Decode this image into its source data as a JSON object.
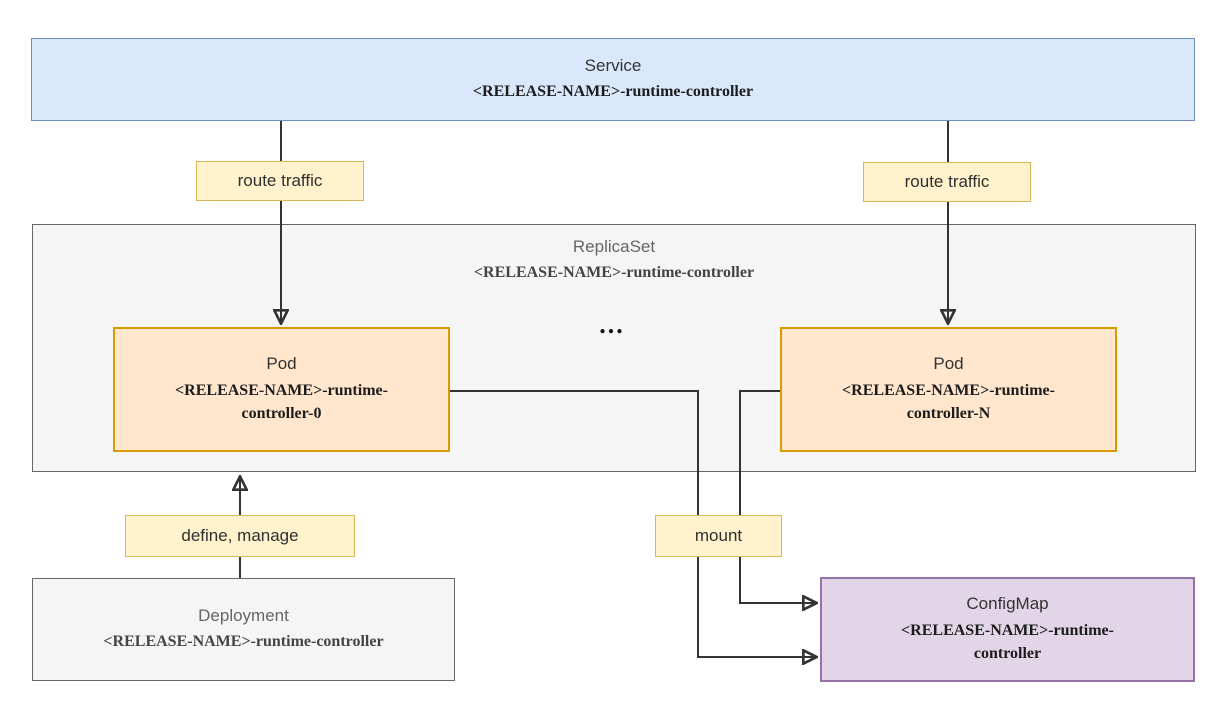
{
  "diagram": {
    "nodes": {
      "service": {
        "title": "Service",
        "subtitle": "<RELEASE-NAME>-runtime-controller"
      },
      "replicaset": {
        "title": "ReplicaSet",
        "subtitle": "<RELEASE-NAME>-runtime-controller"
      },
      "pod_0": {
        "title": "Pod",
        "subtitle": "<RELEASE-NAME>-runtime-controller-0"
      },
      "pod_n": {
        "title": "Pod",
        "subtitle": "<RELEASE-NAME>-runtime-controller-N"
      },
      "deployment": {
        "title": "Deployment",
        "subtitle": "<RELEASE-NAME>-runtime-controller"
      },
      "configmap": {
        "title": "ConfigMap",
        "subtitle": "<RELEASE-NAME>-runtime-controller"
      }
    },
    "edge_labels": {
      "route_traffic_left": "route traffic",
      "route_traffic_right": "route traffic",
      "define_manage": "define, manage",
      "mount": "mount"
    },
    "ellipsis": "...",
    "colors": {
      "service_fill": "#dae8fc",
      "service_stroke": "#6c8ebf",
      "pod_fill": "#ffe6cc",
      "pod_stroke": "#d79b00",
      "container_fill": "#f5f5f5",
      "container_stroke": "#666666",
      "edge_label_fill": "#fff2cc",
      "edge_label_stroke": "#d6b656",
      "configmap_fill": "#e1d5e7",
      "configmap_stroke": "#9673a6",
      "connector": "#333333"
    }
  }
}
